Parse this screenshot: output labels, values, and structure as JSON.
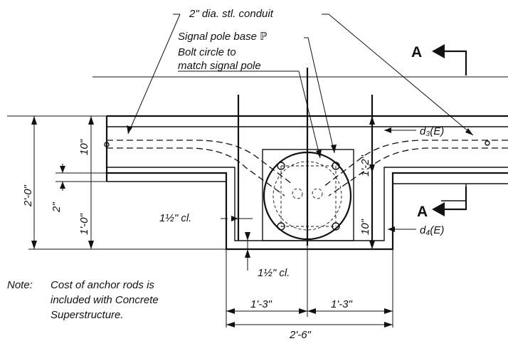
{
  "labels": {
    "conduit": "2\" dia. stl. conduit",
    "base_plate": "Signal pole base ℙ",
    "bolt_circle_line1": "Bolt circle to",
    "bolt_circle_line2": "match signal pole",
    "section_a": "A",
    "d3": "d₃(E)",
    "d4": "d₄(E)",
    "clear_left": "1½\" cl.",
    "clear_bottom": "1½\" cl."
  },
  "dimensions": {
    "overall_height": "2'-0\"",
    "upper_depth": "10\"",
    "gap": "2\"",
    "lower_depth": "1'-0\"",
    "pocket_upper": "1'-2\"",
    "pocket_lower": "10\"",
    "half_width_left": "1'-3\"",
    "half_width_right": "1'-3\"",
    "overall_width": "2'-6\""
  },
  "note": {
    "prefix": "Note:",
    "line1": "Cost of anchor rods is",
    "line2": "included with Concrete",
    "line3": "Superstructure."
  }
}
